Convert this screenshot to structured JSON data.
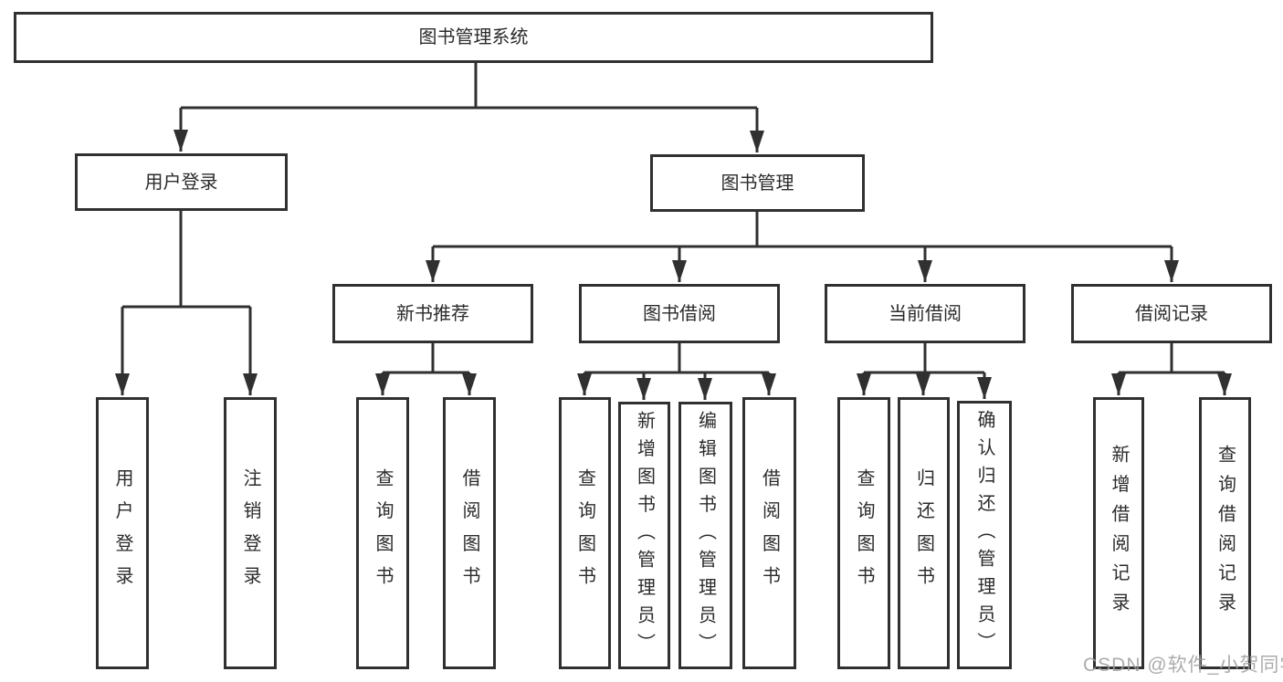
{
  "tree": {
    "label": "图书管理系统",
    "children": [
      {
        "label": "用户登录",
        "children": [
          {
            "label": "用户登录"
          },
          {
            "label": "注销登录"
          }
        ]
      },
      {
        "label": "图书管理",
        "children": [
          {
            "label": "新书推荐",
            "children": [
              {
                "label": "查询图书"
              },
              {
                "label": "借阅图书"
              }
            ]
          },
          {
            "label": "图书借阅",
            "children": [
              {
                "label": "查询图书"
              },
              {
                "label": "新增图书（管理员）"
              },
              {
                "label": "编辑图书（管理员）"
              },
              {
                "label": "借阅图书"
              }
            ]
          },
          {
            "label": "当前借阅",
            "children": [
              {
                "label": "查询图书"
              },
              {
                "label": "归还图书"
              },
              {
                "label": "确认归还（管理员）"
              }
            ]
          },
          {
            "label": "借阅记录",
            "children": [
              {
                "label": "新增借阅记录"
              },
              {
                "label": "查询借阅记录"
              }
            ]
          }
        ]
      }
    ]
  },
  "watermark": {
    "text": "CSDN @软件_小贺同学"
  },
  "colors": {
    "line": "#303030",
    "text": "#2b2b2b",
    "box_background": "#ffffff",
    "watermark": "#9e9e9e"
  }
}
